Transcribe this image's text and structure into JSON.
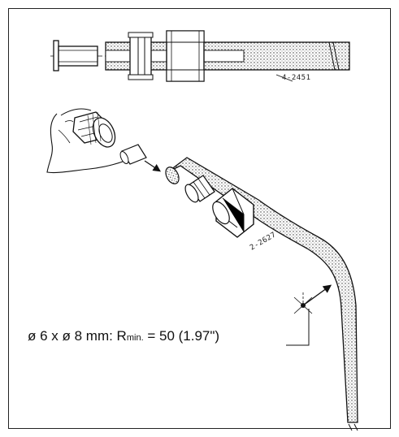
{
  "figure": {
    "top_drawing_ref": "4-2451",
    "bottom_drawing_ref": "2-2627",
    "caption": {
      "prefix": "ø 6 x ø 8 mm: R",
      "subscript": "min.",
      "suffix": " = 50 (1.97\")"
    }
  }
}
